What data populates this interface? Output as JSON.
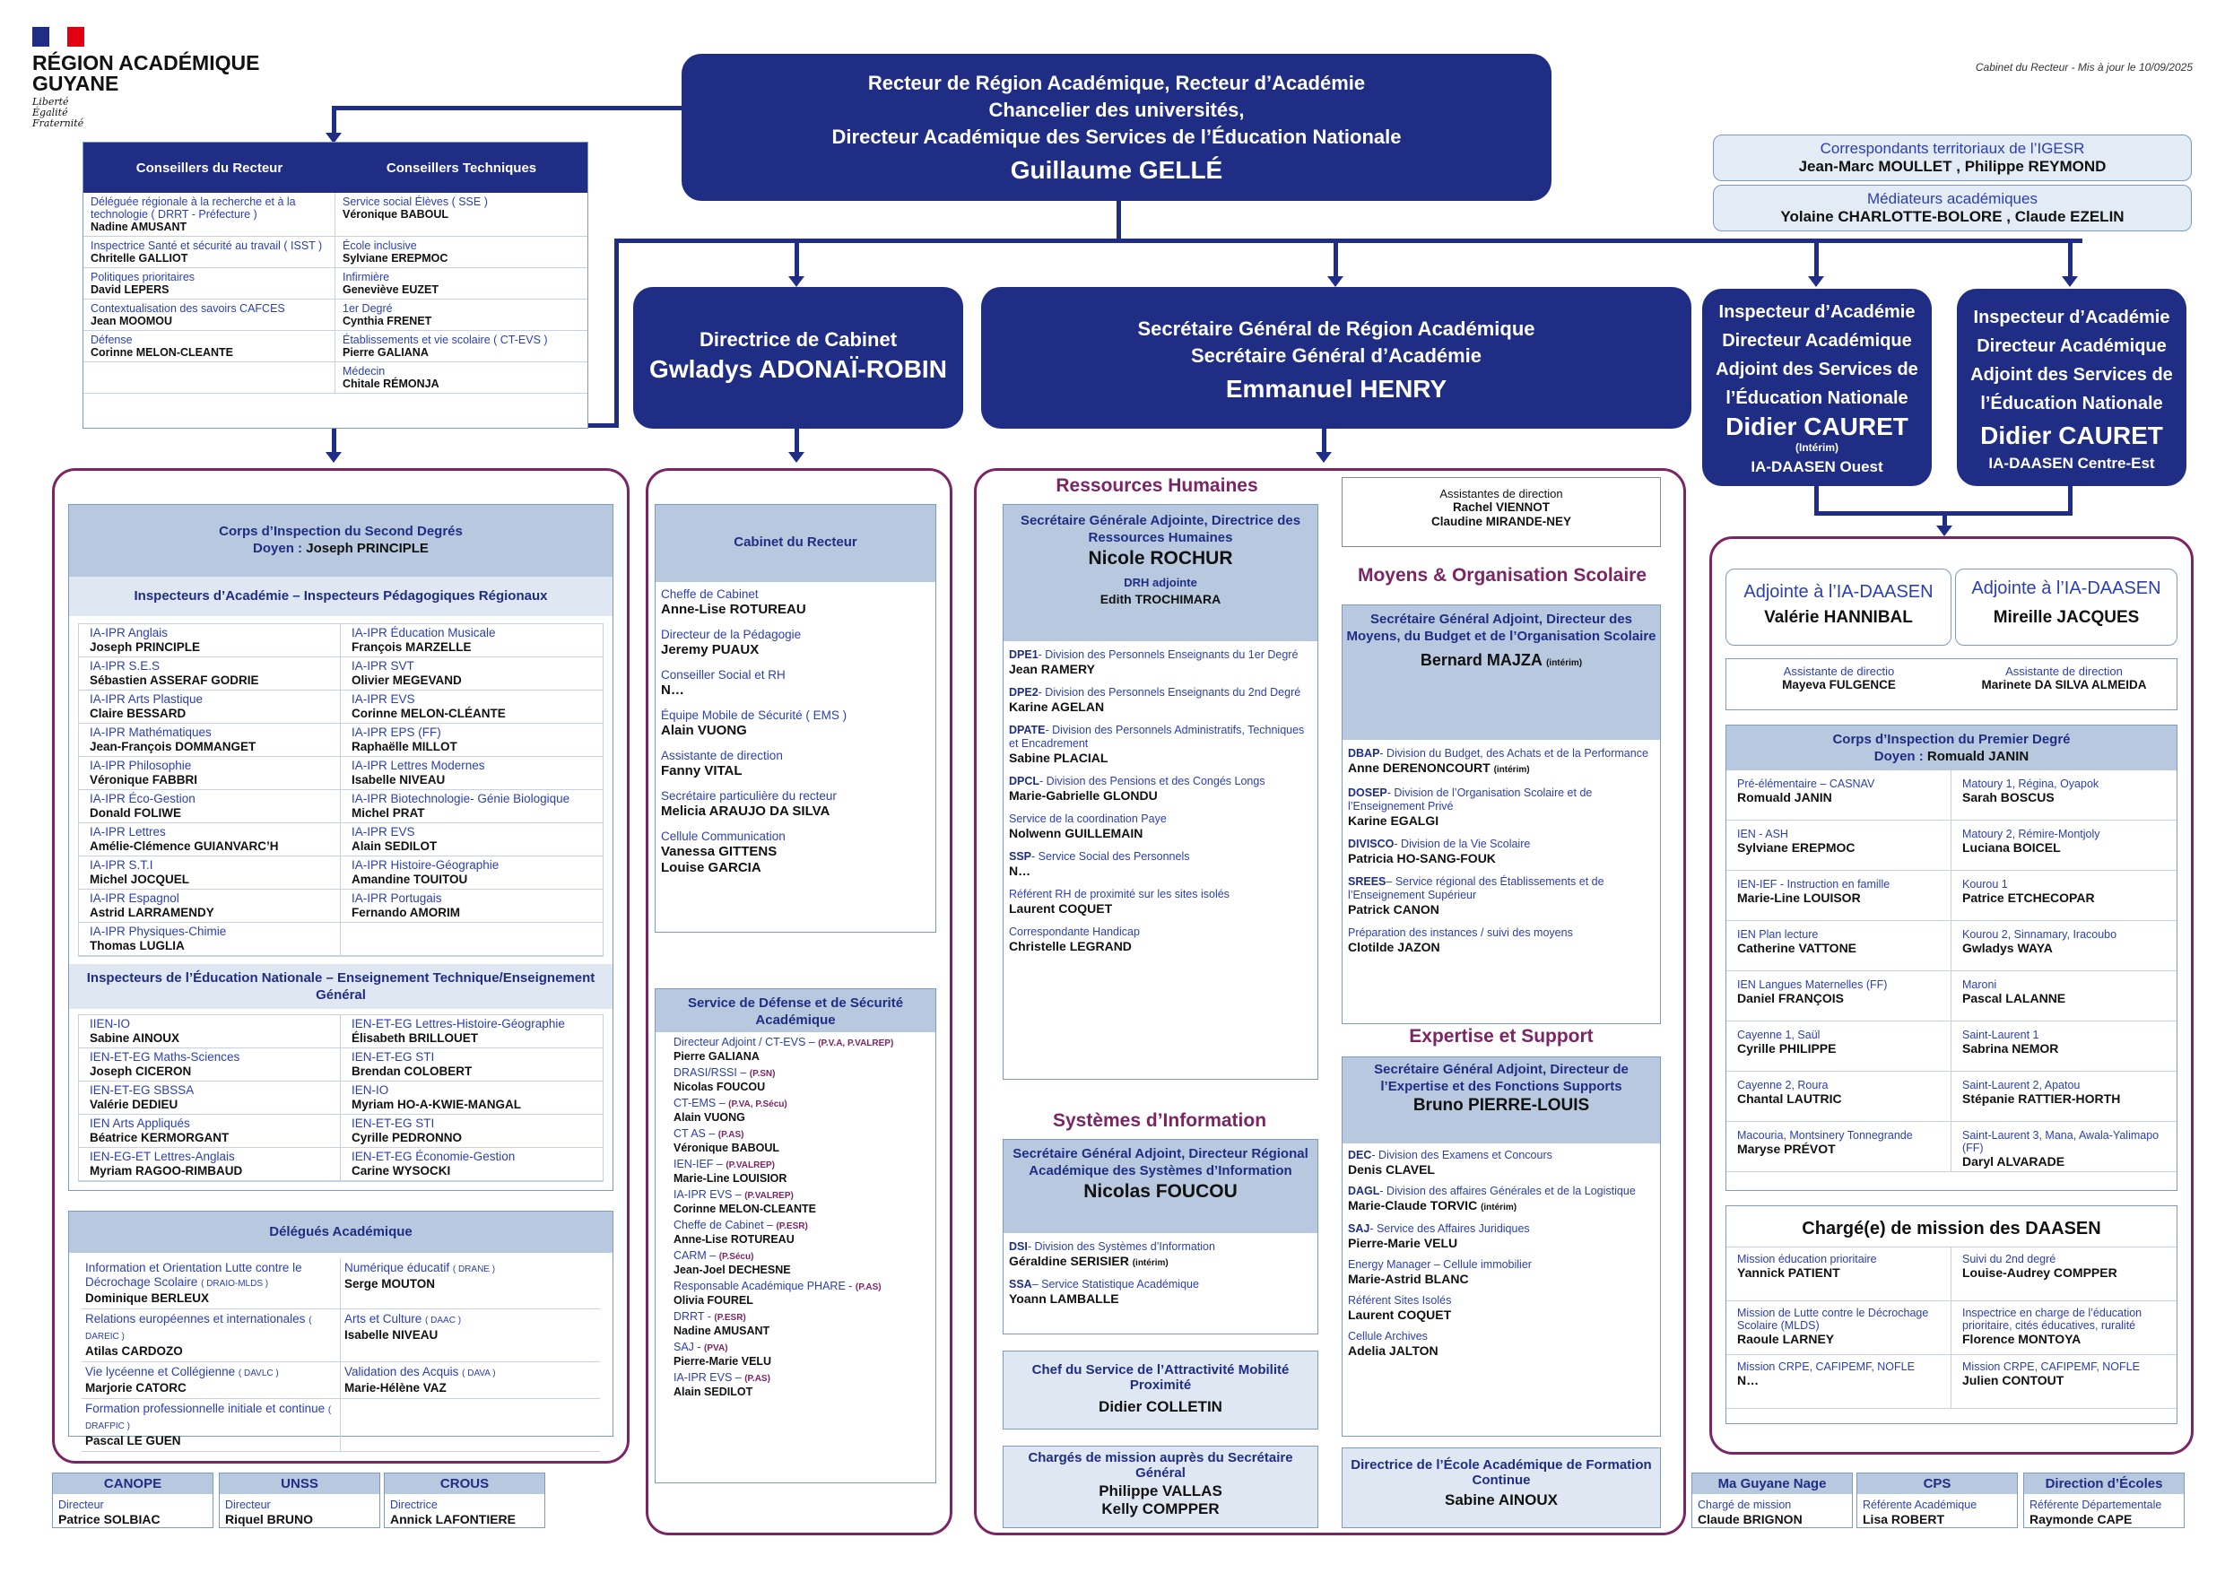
{
  "logo": {
    "line1": "RÉGION ACADÉMIQUE",
    "line2": "GUYANE",
    "motto1": "Liberté",
    "motto2": "Égalité",
    "motto3": "Fraternité"
  },
  "update_note": "Cabinet du Recteur - Mis à jour le 10/09/2025",
  "recteur": {
    "l1": "Recteur de Région Académique, Recteur d’Académie",
    "l2": "Chancelier des universités,",
    "l3": "Directeur Académique des Services de l’Éducation Nationale",
    "name": "Guillaume GELLÉ"
  },
  "igesr": {
    "title": "Correspondants territoriaux de l’IGESR",
    "names": "Jean-Marc MOULLET , Philippe REYMOND"
  },
  "mediateurs": {
    "title": "Médiateurs académiques",
    "names": "Yolaine CHARLOTTE-BOLORE , Claude EZELIN"
  },
  "conseillers": {
    "h1": "Conseillers du Recteur",
    "h2": "Conseillers Techniques",
    "rows": [
      {
        "l": "Déléguée régionale à la recherche et à la technologie ( DRRT - Préfecture )",
        "ln": "Nadine AMUSANT",
        "r": "Service social Élèves ( SSE )",
        "rn": "Véronique BABOUL"
      },
      {
        "l": "Inspectrice Santé et sécurité au travail ( ISST )",
        "ln": "Chritelle GALLIOT",
        "r": "École inclusive",
        "rn": "Sylviane EREPMOC"
      },
      {
        "l": "Politiques prioritaires",
        "ln": "David LEPERS",
        "r": "Infirmière",
        "rn": "Geneviève EUZET"
      },
      {
        "l": "Contextualisation des savoirs CAFCES",
        "ln": "Jean MOOMOU",
        "r": "1er Degré",
        "rn": "Cynthia FRENET"
      },
      {
        "l": "Défense",
        "ln": "Corinne MELON-CLEANTE",
        "r": "Établissements et vie scolaire ( CT-EVS )",
        "rn": "Pierre GALIANA"
      },
      {
        "l": "",
        "ln": "",
        "r": "Médecin",
        "rn": "Chitale RÉMONJA"
      }
    ]
  },
  "cabinet_dir": {
    "title": "Directrice de Cabinet",
    "name": "Gwladys ADONAÏ-ROBIN"
  },
  "sg": {
    "l1": "Secrétaire Général de Région Académique",
    "l2": "Secrétaire Général d’Académie",
    "name": "Emmanuel HENRY"
  },
  "ia1": {
    "l1": "Inspecteur  d’Académie",
    "l2": "Directeur Académique",
    "l3": "Adjoint des Services de",
    "l4": "l’Éducation Nationale",
    "name": "Didier CAURET",
    "note": "(Intérim)",
    "sub": "IA-DAASEN Ouest"
  },
  "ia2": {
    "l1": "Inspecteur  d’Académie",
    "l2": "Directeur Académique",
    "l3": "Adjoint des Services de",
    "l4": "l’Éducation Nationale",
    "name": "Didier CAURET",
    "sub": "IA-DAASEN Centre-Est"
  },
  "corps2": {
    "title": "Corps d’Inspection du Second Degrés",
    "doyen_lab": "Doyen :",
    "doyen": "Joseph PRINCIPLE",
    "sub": "Inspecteurs d’Académie – Inspecteurs Pédagogiques Régionaux",
    "rows": [
      [
        "IA-IPR Anglais",
        "Joseph PRINCIPLE",
        "IA-IPR Éducation Musicale",
        "François MARZELLE"
      ],
      [
        "IA-IPR S.E.S",
        "Sébastien ASSERAF GODRIE",
        "IA-IPR SVT",
        "Olivier MEGEVAND"
      ],
      [
        "IA-IPR Arts Plastique",
        "Claire BESSARD",
        "IA-IPR EVS",
        "Corinne MELON-CLÉANTE"
      ],
      [
        "IA-IPR Mathématiques",
        "Jean-François DOMMANGET",
        "IA-IPR EPS (FF)",
        "Raphaëlle MILLOT"
      ],
      [
        "IA-IPR Philosophie",
        "Véronique FABBRI",
        "IA-IPR Lettres Modernes",
        "Isabelle NIVEAU"
      ],
      [
        "IA-IPR Éco-Gestion",
        "Donald FOLIWE",
        "IA-IPR Biotechnologie- Génie Biologique",
        "Michel PRAT"
      ],
      [
        "IA-IPR Lettres",
        "Amélie-Clémence GUIANVARC’H",
        "IA-IPR EVS",
        "Alain SEDILOT"
      ],
      [
        "IA-IPR S.T.I",
        "Michel JOCQUEL",
        "IA-IPR Histoire-Géographie",
        "Amandine TOUITOU"
      ],
      [
        "IA-IPR Espagnol",
        "Astrid LARRAMENDY",
        "IA-IPR Portugais",
        "Fernando AMORIM"
      ],
      [
        "IA-IPR Physiques-Chimie",
        "Thomas LUGLIA",
        "",
        ""
      ]
    ],
    "ien_title": "Inspecteurs de l’Éducation Nationale – Enseignement Technique/Enseignement Général",
    "ien": [
      [
        "IIEN-IO",
        "Sabine AINOUX",
        "IEN-ET-EG Lettres-Histoire-Géographie",
        "Élisabeth BRILLOUET"
      ],
      [
        "IEN-ET-EG Maths-Sciences",
        "Joseph CICERON",
        "IEN-ET-EG STI",
        "Brendan COLOBERT"
      ],
      [
        "IEN-ET-EG SBSSA",
        "Valérie DEDIEU",
        "IEN-IO",
        "Myriam HO-A-KWIE-MANGAL"
      ],
      [
        "IEN Arts Appliqués",
        "Béatrice KERMORGANT",
        "IEN-ET-EG STI",
        "Cyrille PEDRONNO"
      ],
      [
        "IEN-EG-ET Lettres-Anglais",
        "Myriam RAGOO-RIMBAUD",
        "IEN-ET-EG Économie-Gestion",
        "Carine WYSOCKI"
      ]
    ]
  },
  "delegues": {
    "title": "Délégués Académique",
    "rows": [
      [
        "Information et Orientation Lutte contre le Décrochage Scolaire",
        "( DRAIO-MLDS )",
        "Dominique BERLEUX",
        "Numérique éducatif",
        "( DRANE )",
        "Serge MOUTON"
      ],
      [
        "Relations européennes et internationales",
        "( DAREIC )",
        "Atilas CARDOZO",
        "Arts et Culture",
        "( DAAC )",
        "Isabelle NIVEAU"
      ],
      [
        "Vie lycéenne et Collégienne",
        "( DAVLC )",
        "Marjorie CATORC",
        "Validation des Acquis",
        "( DAVA )",
        "Marie-Hélène VAZ"
      ],
      [
        "Formation professionnelle initiale et continue",
        "( DRAFPIC )",
        "Pascal LE GUEN",
        "",
        "",
        ""
      ]
    ]
  },
  "cabinet": {
    "title": "Cabinet du Recteur",
    "items": [
      [
        "Cheffe de Cabinet",
        "Anne-Lise ROTUREAU"
      ],
      [
        "Directeur de la Pédagogie",
        "Jeremy PUAUX"
      ],
      [
        "Conseiller Social et RH",
        "N…"
      ],
      [
        "Équipe Mobile de Sécurité ( EMS )",
        "Alain VUONG"
      ],
      [
        "Assistante de direction",
        "Fanny VITAL"
      ],
      [
        "Secrétaire particulière du recteur",
        "Melicia ARAUJO DA SILVA"
      ],
      [
        "Cellule Communication",
        "Vanessa GITTENS"
      ]
    ],
    "extra": "Louise GARCIA"
  },
  "defense": {
    "title": "Service de Défense et de Sécurité Académique",
    "items": [
      [
        "Directeur Adjoint / CT-EVS – ",
        "(P.V.A, P.VALREP)",
        "Pierre GALIANA"
      ],
      [
        "DRASI/RSSI – ",
        "(P.SN)",
        "Nicolas FOUCOU"
      ],
      [
        "CT-EMS – ",
        "(P.VA, P.Sécu)",
        "Alain VUONG"
      ],
      [
        "CT AS – ",
        "(P.AS)",
        "Véronique BABOUL"
      ],
      [
        "IEN-IEF – ",
        "(P.VALREP)",
        "Marie-Line LOUISIOR"
      ],
      [
        "IA-IPR EVS – ",
        "(P.VALREP)",
        "Corinne MELON-CLEANTE"
      ],
      [
        "Cheffe de Cabinet – ",
        "(P.ESR)",
        "Anne-Lise ROTUREAU"
      ],
      [
        "CARM – ",
        "(P.Sécu)",
        "Jean-Joel DECHESNE"
      ],
      [
        "Responsable Académique PHARE - ",
        "(P.AS)",
        "Olivia FOUREL"
      ],
      [
        "DRRT - ",
        "(P.ESR)",
        "Nadine AMUSANT"
      ],
      [
        "SAJ - ",
        "(PVA)",
        "Pierre-Marie VELU"
      ],
      [
        "IA-IPR EVS – ",
        "(P.AS)",
        "Alain SEDILOT"
      ]
    ]
  },
  "rh": {
    "section": "Ressources Humaines",
    "title": "Secrétaire Générale Adjointe, Directrice des Ressources Humaines",
    "name": "Nicole ROCHUR",
    "drh_lab": "DRH adjointe",
    "drh": "Edith TROCHIMARA",
    "items": [
      [
        "DPE1",
        "- Division des Personnels Enseignants du 1er Degré",
        "Jean RAMERY"
      ],
      [
        "DPE2",
        "- Division des Personnels Enseignants du 2nd Degré",
        "Karine AGELAN"
      ],
      [
        "DPATE",
        "- Division des Personnels Administratifs, Techniques et Encadrement",
        "Sabine PLACIAL"
      ],
      [
        "DPCL",
        "- Division des Pensions et des Congés Longs",
        "Marie-Gabrielle GLONDU"
      ],
      [
        "",
        "Service de la coordination Paye",
        "Nolwenn GUILLEMAIN"
      ],
      [
        "SSP",
        "- Service Social des Personnels",
        "N…"
      ],
      [
        "",
        "Référent RH de proximité sur les sites isolés",
        "Laurent COQUET"
      ],
      [
        "",
        "Correspondante Handicap",
        "Christelle LEGRAND"
      ]
    ]
  },
  "assistantes": {
    "title": "Assistantes de direction",
    "n1": "Rachel VIENNOT",
    "n2": "Claudine MIRANDE-NEY"
  },
  "mos": {
    "section": "Moyens & Organisation Scolaire",
    "title": "Secrétaire Général Adjoint, Directeur des Moyens, du Budget et de l’Organisation Scolaire",
    "name": "Bernard MAJZA",
    "note": "(intérim)",
    "items": [
      [
        "DBAP",
        "- Division du Budget, des Achats et  de la Performance",
        "Anne DERENONCOURT",
        "(intérim)"
      ],
      [
        "DOSEP",
        "- Division de l’Organisation Scolaire et de l’Enseignement Privé",
        "Karine EGALGI",
        ""
      ],
      [
        "DIVISCO",
        "- Division de la Vie Scolaire",
        "Patricia HO-SANG-FOUK",
        ""
      ],
      [
        "SREES",
        "– Service régional des Établissements et de l’Enseignement Supérieur",
        "Patrick CANON",
        ""
      ],
      [
        "",
        "Préparation des instances / suivi des moyens",
        "Clotilde JAZON",
        ""
      ]
    ]
  },
  "si": {
    "section": "Systèmes d’Information",
    "title": "Secrétaire Général Adjoint, Directeur Régional Académique des Systèmes d’Information",
    "name": "Nicolas FOUCOU",
    "items": [
      [
        "DSI",
        "- Division des Systèmes d’Information",
        "Géraldine SERISIER",
        "(intérim)"
      ],
      [
        "SSA",
        "– Service Statistique Académique",
        "Yoann LAMBALLE",
        ""
      ]
    ]
  },
  "attract": {
    "title": "Chef du Service de l’Attractivité Mobilité Proximité",
    "name": "Didier COLLETIN"
  },
  "charges_sg": {
    "title": "Chargés de mission auprès du Secrétaire Général",
    "n1": "Philippe VALLAS",
    "n2": "Kelly COMPPER"
  },
  "es": {
    "section": "Expertise et Support",
    "title": "Secrétaire Général Adjoint, Directeur de l’Expertise et des Fonctions Supports",
    "name": "Bruno PIERRE-LOUIS",
    "items": [
      [
        "DEC",
        "- Division des Examens et Concours",
        "Denis CLAVEL",
        ""
      ],
      [
        "DAGL",
        "- Division des affaires Générales et de la Logistique",
        "Marie-Claude TORVIC",
        "(intérim)"
      ],
      [
        "SAJ",
        "- Service des Affaires Juridiques",
        "Pierre-Marie VELU",
        ""
      ],
      [
        "",
        "Energy Manager – Cellule immobilier",
        "Marie-Astrid BLANC",
        ""
      ],
      [
        "",
        "Référent Sites Isolés",
        "Laurent COQUET",
        ""
      ],
      [
        "",
        "Cellule Archives",
        "Adelia  JALTON",
        ""
      ]
    ]
  },
  "efac": {
    "title": "Directrice de l’École Académique de Formation Continue",
    "name": "Sabine AINOUX"
  },
  "daasen": {
    "adj_lab": "Adjointe à l’IA-DAASEN",
    "adj1": "Valérie HANNIBAL",
    "adj2": "Mireille JACQUES",
    "ass_lab": "Assistante de directio",
    "ass1": "Mayeva FULGENCE",
    "ass_lab2": "Assistante de direction",
    "ass2": "Marinete DA SILVA ALMEIDA",
    "corps1_title": "Corps d’Inspection du Premier Degré",
    "doyen_lab": "Doyen :",
    "doyen": "Romuald JANIN",
    "rows": [
      [
        "Pré-élémentaire – CASNAV",
        "Romuald JANIN",
        "Matoury 1, Régina, Oyapok",
        "Sarah BOSCUS"
      ],
      [
        "IEN - ASH",
        "Sylviane EREPMOC",
        "Matoury 2, Rémire-Montjoly",
        "Luciana BOICEL"
      ],
      [
        "IEN-IEF - Instruction en famille",
        "Marie-Line LOUISOR",
        "Kourou 1",
        "Patrice ETCHECOPAR"
      ],
      [
        "IEN Plan lecture",
        "Catherine VATTONE",
        "Kourou 2, Sinnamary, Iracoubo",
        "Gwladys WAYA"
      ],
      [
        "IEN Langues Maternelles (FF)",
        "Daniel FRANÇOIS",
        "Maroni",
        "Pascal LALANNE"
      ],
      [
        "Cayenne 1, Saül",
        "Cyrille PHILIPPE",
        "Saint-Laurent 1",
        "Sabrina NEMOR"
      ],
      [
        "Cayenne 2, Roura",
        "Chantal LAUTRIC",
        "Saint-Laurent 2, Apatou",
        "Stépanie RATTIER-HORTH"
      ],
      [
        "Macouria, Montsinery Tonnegrande",
        "Maryse PRÉVOT",
        "Saint-Laurent 3, Mana, Awala-Yalimapo (FF)",
        "Daryl ALVARADE"
      ]
    ],
    "cm_title": "Chargé(e) de mission des DAASEN",
    "cm": [
      [
        "Mission éducation prioritaire",
        "Yannick PATIENT",
        "Suivi du 2nd degré",
        "Louise-Audrey COMPPER"
      ],
      [
        "Mission de Lutte contre le Décrochage Scolaire (MLDS)",
        "Raoule LARNEY",
        "Inspectrice en charge de l’éducation prioritaire, cités éducatives, ruralité",
        "Florence MONTOYA"
      ],
      [
        "Mission CRPE, CAFIPEMF, NOFLE",
        "N…",
        "Mission CRPE, CAFIPEMF, NOFLE",
        "Julien CONTOUT"
      ]
    ]
  },
  "footers": [
    {
      "h": "CANOPE",
      "l": "Directeur",
      "n": "Patrice SOLBIAC"
    },
    {
      "h": "UNSS",
      "l": "Directeur",
      "n": "Riquel BRUNO"
    },
    {
      "h": "CROUS",
      "l": "Directrice",
      "n": "Annick LAFONTIERE"
    },
    {
      "h": "Ma Guyane Nage",
      "l": "Chargé de mission",
      "n": "Claude BRIGNON"
    },
    {
      "h": "CPS",
      "l": "Référente Académique",
      "n": "Lisa ROBERT"
    },
    {
      "h": "Direction d’Écoles",
      "l": "Référente Départementale",
      "n": "Raymonde CAPE"
    }
  ]
}
